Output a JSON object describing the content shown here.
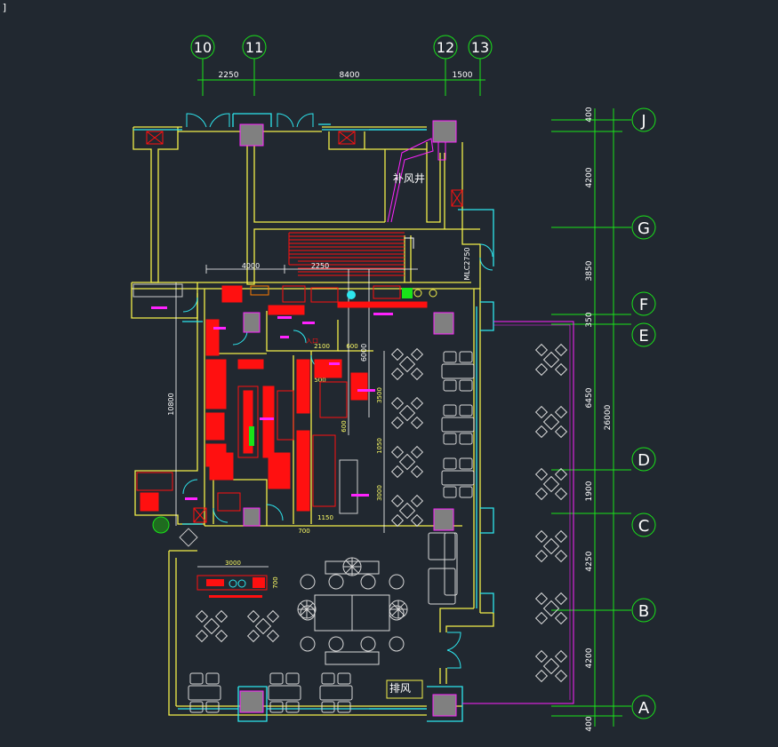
{
  "viewport_marker": "]",
  "grid": {
    "columns": [
      "10",
      "11",
      "12",
      "13"
    ],
    "rows": [
      "J",
      "G",
      "F",
      "E",
      "D",
      "C",
      "B",
      "A"
    ]
  },
  "dimensions": {
    "top": [
      "2250",
      "8400",
      "1500"
    ],
    "right": [
      "400",
      "4200",
      "3850",
      "350",
      "6450",
      "1900",
      "4250",
      "4200",
      "400"
    ],
    "right_total": "26000",
    "kitchen_width": "4000",
    "kitchen_sub": "2250",
    "kitchen_height": "10800",
    "stair_width": "6000",
    "door_tag": "MLC2750",
    "kitchen_inner": [
      "2100",
      "600",
      "3500",
      "1050",
      "3000",
      "1150",
      "700",
      "600",
      "500"
    ],
    "bar_length": "3000",
    "bar_depth": "700"
  },
  "rooms": {
    "supply_air_shaft": "补风井",
    "exhaust": "排风",
    "entrance": "入口"
  },
  "colors": {
    "background": "#212830",
    "wall": "#f2ef4a",
    "axis": "#19e419",
    "dimension": "#19e419",
    "equipment": "#ff1010",
    "annotation": "#ff22ff",
    "window": "#2ee6ee",
    "column": "#808080",
    "furniture": "#d8d8d8"
  }
}
